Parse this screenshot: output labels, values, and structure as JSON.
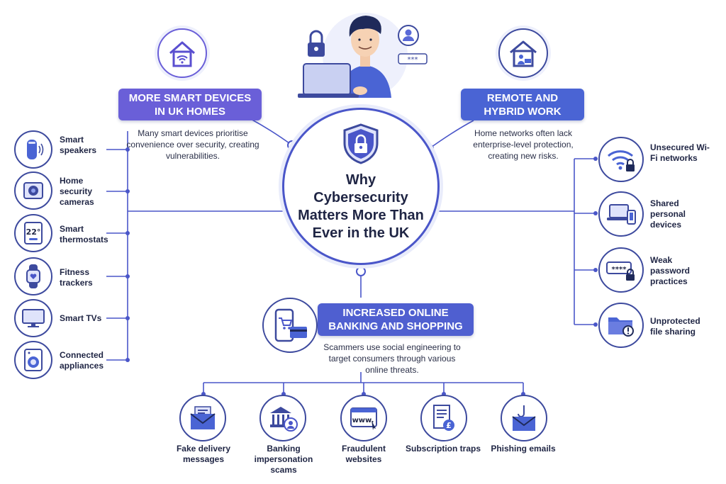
{
  "center": {
    "title": "Why Cybersecurity Matters More Than Ever in the UK"
  },
  "categories": {
    "smart_devices": {
      "label": "MORE SMART DEVICES IN UK HOMES",
      "description": "Many smart devices prioritise convenience over security, creating vulnerabilities.",
      "color": "#6a5fd8"
    },
    "remote_work": {
      "label": "REMOTE AND HYBRID WORK",
      "description": "Home networks often lack enterprise-level protection, creating new risks.",
      "color": "#4a64d4"
    },
    "online_banking": {
      "label": "INCREASED ONLINE BANKING AND SHOPPING",
      "description": "Scammers use social engineering to target consumers through various online threats.",
      "color": "#4f5fd0"
    }
  },
  "smart_devices_items": [
    {
      "label": "Smart speakers",
      "icon": "smart-speaker-icon"
    },
    {
      "label": "Home security cameras",
      "icon": "security-camera-icon"
    },
    {
      "label": "Smart thermostats",
      "icon": "thermostat-icon",
      "display": "22°"
    },
    {
      "label": "Fitness trackers",
      "icon": "fitness-tracker-icon"
    },
    {
      "label": "Smart TVs",
      "icon": "smart-tv-icon"
    },
    {
      "label": "Connected appliances",
      "icon": "washing-machine-icon"
    }
  ],
  "remote_work_items": [
    {
      "label": "Unsecured Wi-Fi networks",
      "icon": "wifi-lock-icon"
    },
    {
      "label": "Shared personal devices",
      "icon": "laptop-phone-icon"
    },
    {
      "label": "Weak password practices",
      "icon": "password-lock-icon",
      "display": "****"
    },
    {
      "label": "Unprotected file sharing",
      "icon": "folder-alert-icon"
    }
  ],
  "threats": [
    {
      "label": "Fake delivery messages",
      "icon": "envelope-icon"
    },
    {
      "label": "Banking impersonation scams",
      "icon": "bank-user-icon"
    },
    {
      "label": "Fraudulent websites",
      "icon": "browser-www-icon",
      "display": "www."
    },
    {
      "label": "Subscription traps",
      "icon": "invoice-pound-icon",
      "display": "£"
    },
    {
      "label": "Phishing emails",
      "icon": "phishing-hook-icon"
    }
  ],
  "colors": {
    "primary": "#3d4a9e",
    "accent": "#4a56c9",
    "soft": "#e9ecfb"
  }
}
